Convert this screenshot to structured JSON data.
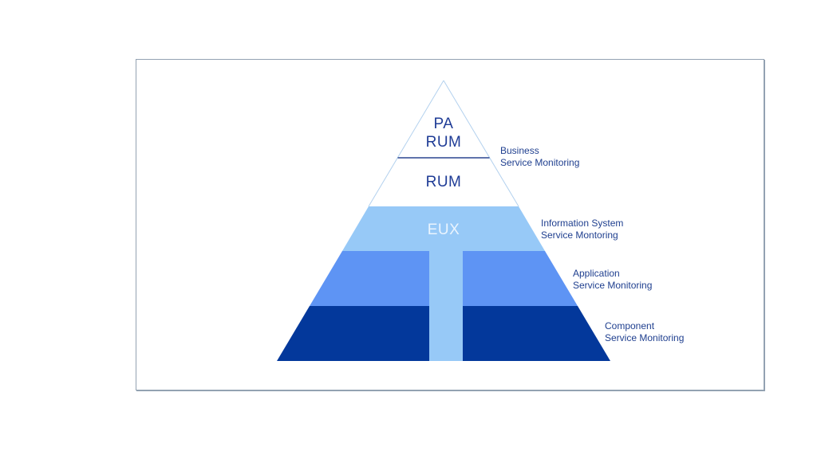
{
  "colors": {
    "frame_border": "#93a2b2",
    "pyramid_outline": "#b3d1ee",
    "divider_line": "#2a4590",
    "apex_text": "#1f3c96",
    "eux_text": "#eaf4fe",
    "annotation_text": "#1f3f8f"
  },
  "pyramid": {
    "levels": [
      {
        "id": "pa-rum",
        "lines": [
          "PA",
          "RUM"
        ],
        "band_color": "#ffffff"
      },
      {
        "id": "rum",
        "lines": [
          "RUM"
        ],
        "band_color": "#ffffff"
      },
      {
        "id": "eux",
        "lines": [
          "EUX"
        ],
        "band_color": "#97c9f7"
      },
      {
        "id": "application",
        "lines": [],
        "band_color": "#5e94f4"
      },
      {
        "id": "component",
        "lines": [],
        "band_color": "#03389b"
      }
    ]
  },
  "annotations": [
    {
      "id": "business",
      "lines": [
        "Business",
        "Service Monitoring"
      ]
    },
    {
      "id": "information-system",
      "lines": [
        "Information System",
        "Service Montoring"
      ]
    },
    {
      "id": "application",
      "lines": [
        "Application",
        "Service Monitoring"
      ]
    },
    {
      "id": "component",
      "lines": [
        "Component",
        "Service Monitoring"
      ]
    }
  ]
}
